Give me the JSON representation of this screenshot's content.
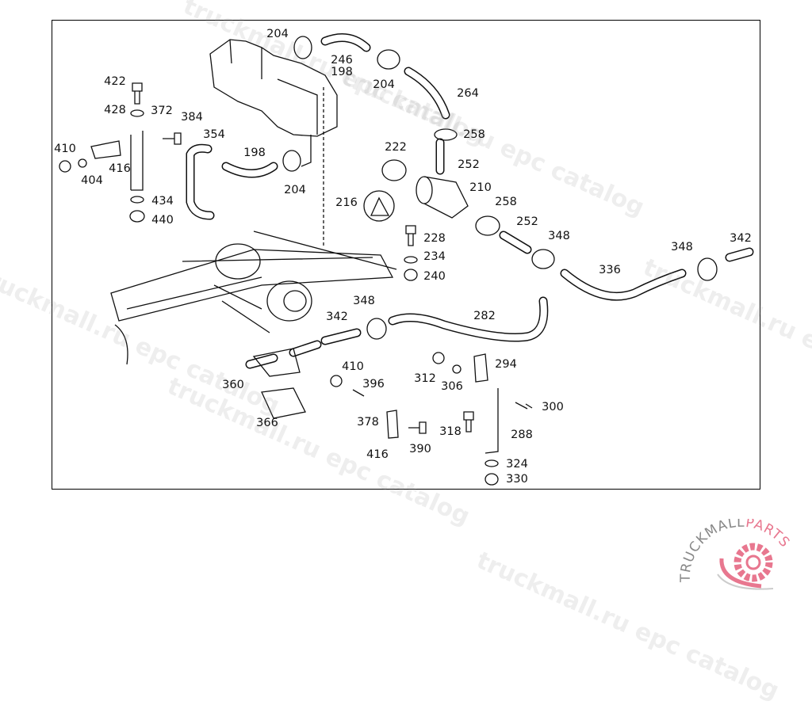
{
  "diagram": {
    "callouts": [
      "204",
      "246",
      "198",
      "204",
      "264",
      "422",
      "428",
      "372",
      "384",
      "354",
      "198",
      "410",
      "416",
      "404",
      "204",
      "434",
      "440",
      "222",
      "258",
      "252",
      "210",
      "216",
      "258",
      "252",
      "348",
      "228",
      "234",
      "240",
      "348",
      "342",
      "336",
      "348",
      "342",
      "282",
      "294",
      "410",
      "312",
      "306",
      "396",
      "300",
      "360",
      "366",
      "378",
      "318",
      "288",
      "416",
      "390",
      "324",
      "330"
    ]
  },
  "watermark": {
    "text": "truckmall.ru epc catalog"
  },
  "logo": {
    "text_dark": "TRUCKMALL",
    "text_accent": "PARTS",
    "accent_color": "#e8778f",
    "gray_color": "#888888"
  }
}
